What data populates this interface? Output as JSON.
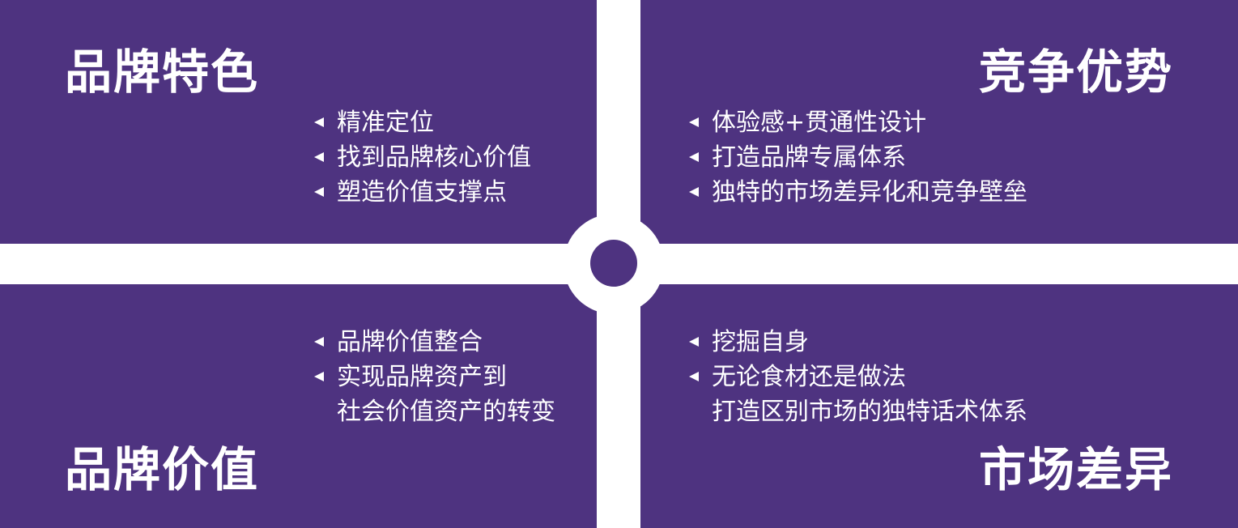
{
  "panels": {
    "brand_features": {
      "title": "品牌特色",
      "items": [
        "精准定位",
        "找到品牌核心价值",
        "塑造价值支撑点"
      ]
    },
    "competitive_advantage": {
      "title": "竞争优势",
      "items": [
        "体验感+贯通性设计",
        "打造品牌专属体系",
        "独特的市场差异化和竞争壁垒"
      ]
    },
    "brand_value": {
      "title": "品牌价值",
      "items": [
        "品牌价值整合",
        "实现品牌资产到",
        "社会价值资产的转变"
      ]
    },
    "market_difference": {
      "title": "市场差异",
      "items": [
        "挖掘自身",
        "无论食材还是做法",
        "打造区别市场的独特话术体系"
      ]
    }
  },
  "colors": {
    "panel": "#4e3380",
    "text": "#ffffff",
    "background": "#ffffff"
  }
}
